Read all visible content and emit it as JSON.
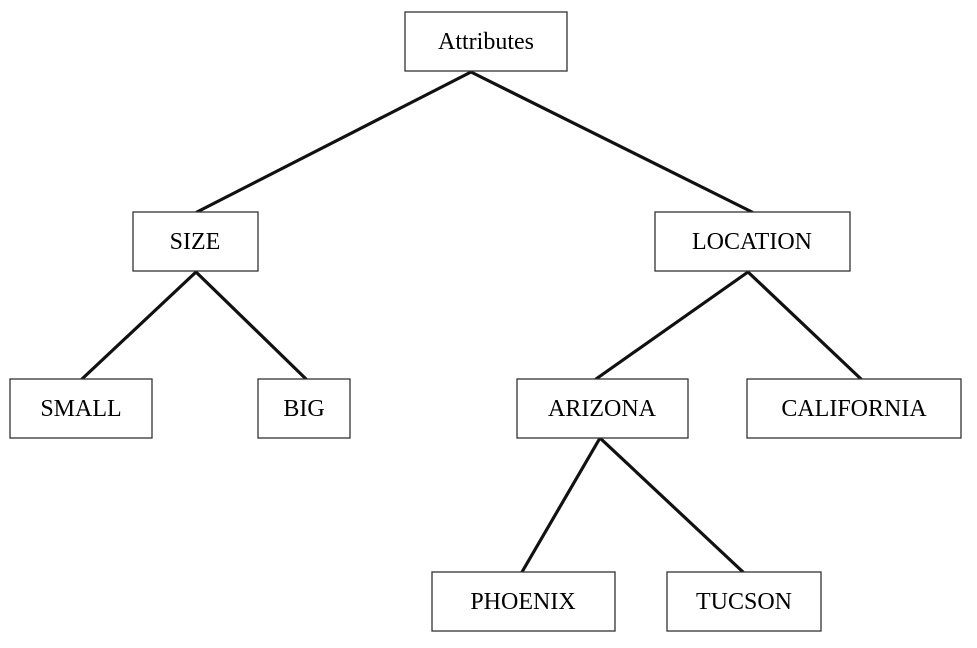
{
  "tree": {
    "root": "Attributes",
    "size": "SIZE",
    "small": "SMALL",
    "big": "BIG",
    "location": "LOCATION",
    "arizona": "ARIZONA",
    "california": "CALIFORNIA",
    "phoenix": "PHOENIX",
    "tucson": "TUCSON"
  },
  "edges": [
    [
      "root",
      "size"
    ],
    [
      "root",
      "location"
    ],
    [
      "size",
      "small"
    ],
    [
      "size",
      "big"
    ],
    [
      "location",
      "arizona"
    ],
    [
      "location",
      "california"
    ],
    [
      "arizona",
      "phoenix"
    ],
    [
      "arizona",
      "tucson"
    ]
  ]
}
